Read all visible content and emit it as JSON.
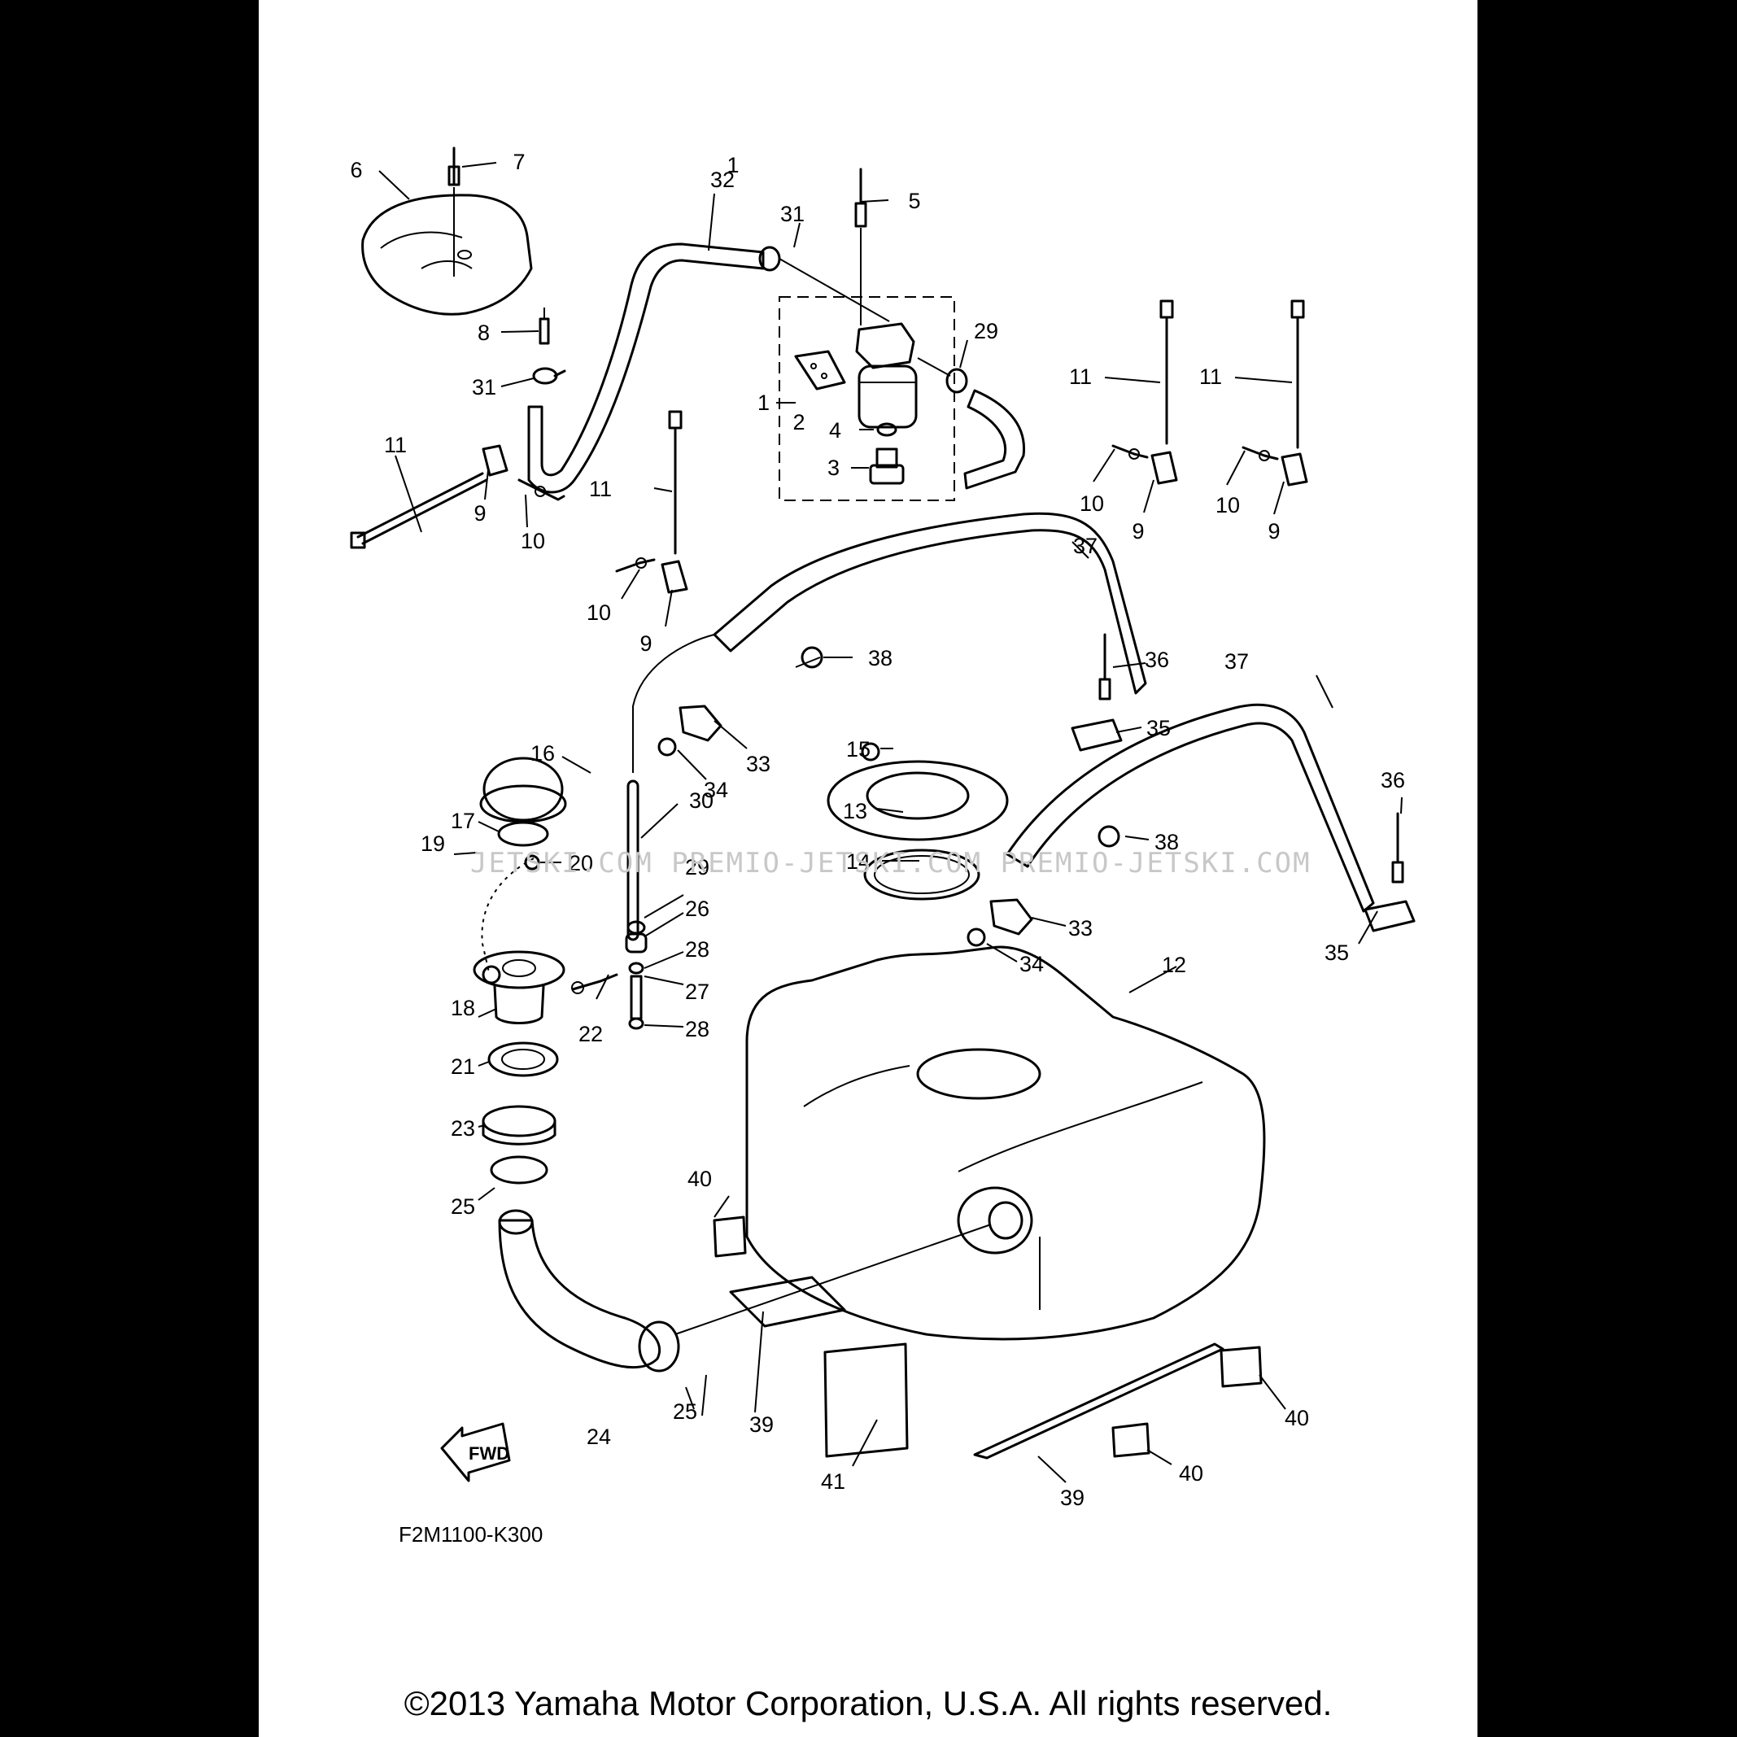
{
  "diagram": {
    "drawing_code": "F2M1100-K300",
    "copyright": "©2013 Yamaha Motor Corporation, U.S.A. All rights reserved.",
    "watermark": "JETSKI.COM  PREMIO-JETSKI.COM  PREMIO-JETSKI.COM",
    "direction_badge": "FWD",
    "callouts": [
      {
        "id": "c1",
        "label": "1"
      },
      {
        "id": "c2",
        "label": "2"
      },
      {
        "id": "c3",
        "label": "3"
      },
      {
        "id": "c4",
        "label": "4"
      },
      {
        "id": "c5",
        "label": "5"
      },
      {
        "id": "c6",
        "label": "6"
      },
      {
        "id": "c7",
        "label": "7"
      },
      {
        "id": "c8",
        "label": "8"
      },
      {
        "id": "c9a",
        "label": "9"
      },
      {
        "id": "c9b",
        "label": "9"
      },
      {
        "id": "c9c",
        "label": "9"
      },
      {
        "id": "c9d",
        "label": "9"
      },
      {
        "id": "c10a",
        "label": "10"
      },
      {
        "id": "c10b",
        "label": "10"
      },
      {
        "id": "c10c",
        "label": "10"
      },
      {
        "id": "c10d",
        "label": "10"
      },
      {
        "id": "c11a",
        "label": "11"
      },
      {
        "id": "c11b",
        "label": "11"
      },
      {
        "id": "c11c",
        "label": "11"
      },
      {
        "id": "c11d",
        "label": "11"
      },
      {
        "id": "c12",
        "label": "12"
      },
      {
        "id": "c13",
        "label": "13"
      },
      {
        "id": "c14",
        "label": "14"
      },
      {
        "id": "c15",
        "label": "15"
      },
      {
        "id": "c16",
        "label": "16"
      },
      {
        "id": "c17",
        "label": "17"
      },
      {
        "id": "c18",
        "label": "18"
      },
      {
        "id": "c19",
        "label": "19"
      },
      {
        "id": "c20",
        "label": "20"
      },
      {
        "id": "c21",
        "label": "21"
      },
      {
        "id": "c22",
        "label": "22"
      },
      {
        "id": "c23",
        "label": "23"
      },
      {
        "id": "c24",
        "label": "24"
      },
      {
        "id": "c25a",
        "label": "25"
      },
      {
        "id": "c25b",
        "label": "25"
      },
      {
        "id": "c26",
        "label": "26"
      },
      {
        "id": "c27",
        "label": "27"
      },
      {
        "id": "c28a",
        "label": "28"
      },
      {
        "id": "c28b",
        "label": "28"
      },
      {
        "id": "c29a",
        "label": "29"
      },
      {
        "id": "c29b",
        "label": "29"
      },
      {
        "id": "c30",
        "label": "30"
      },
      {
        "id": "c31a",
        "label": "31"
      },
      {
        "id": "c31b",
        "label": "31"
      },
      {
        "id": "c32",
        "label": "32"
      },
      {
        "id": "c33a",
        "label": "33"
      },
      {
        "id": "c33b",
        "label": "33"
      },
      {
        "id": "c34a",
        "label": "34"
      },
      {
        "id": "c34b",
        "label": "34"
      },
      {
        "id": "c35a",
        "label": "35"
      },
      {
        "id": "c35b",
        "label": "35"
      },
      {
        "id": "c36a",
        "label": "36"
      },
      {
        "id": "c36b",
        "label": "36"
      },
      {
        "id": "c37a",
        "label": "37"
      },
      {
        "id": "c37b",
        "label": "37"
      },
      {
        "id": "c38a",
        "label": "38"
      },
      {
        "id": "c38b",
        "label": "38"
      },
      {
        "id": "c39a",
        "label": "39"
      },
      {
        "id": "c39b",
        "label": "39"
      },
      {
        "id": "c40a",
        "label": "40"
      },
      {
        "id": "c40b",
        "label": "40"
      },
      {
        "id": "c40c",
        "label": "40"
      },
      {
        "id": "c41",
        "label": "41"
      }
    ]
  }
}
